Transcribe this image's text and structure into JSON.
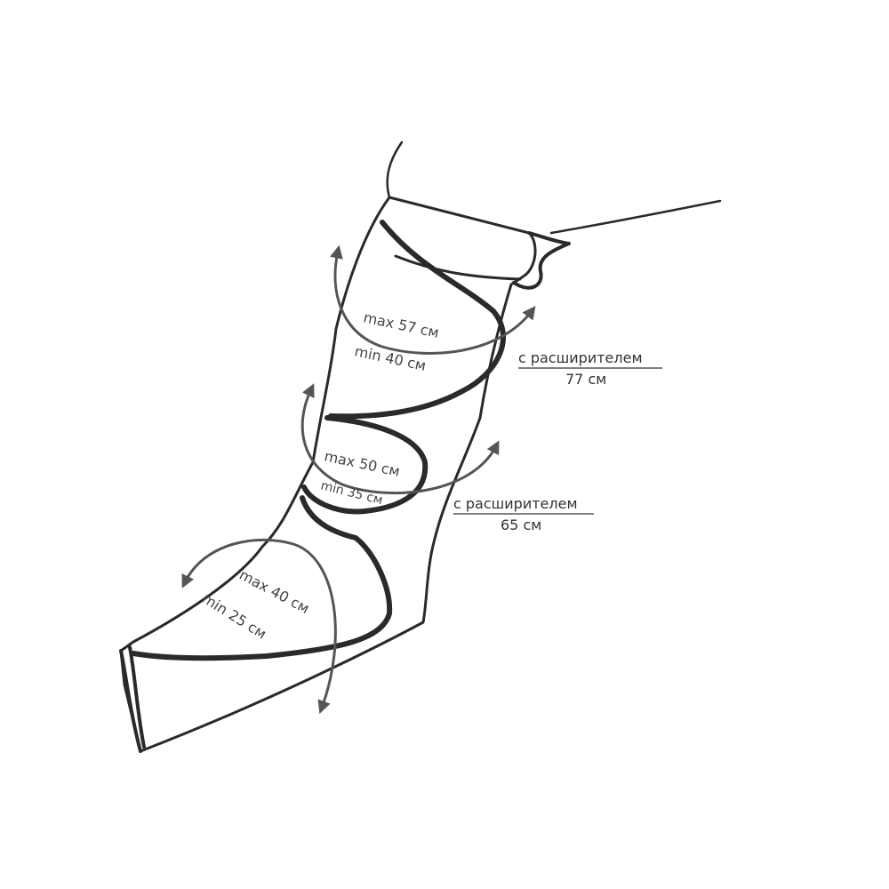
{
  "zones": {
    "calf": {
      "max": "max 57 см",
      "min": "min 40 см"
    },
    "shin": {
      "max": "max 50 см",
      "min": "min 35 см"
    },
    "foot": {
      "max": "max 40 см",
      "min": "min 25 см"
    }
  },
  "extenders": {
    "upper": {
      "label": "с расширителем",
      "value": "77 см"
    },
    "middle": {
      "label": "с расширителем",
      "value": "65 см"
    }
  },
  "colors": {
    "outline": "#2a2a2a",
    "arrow": "#555555",
    "text": "#444444"
  }
}
